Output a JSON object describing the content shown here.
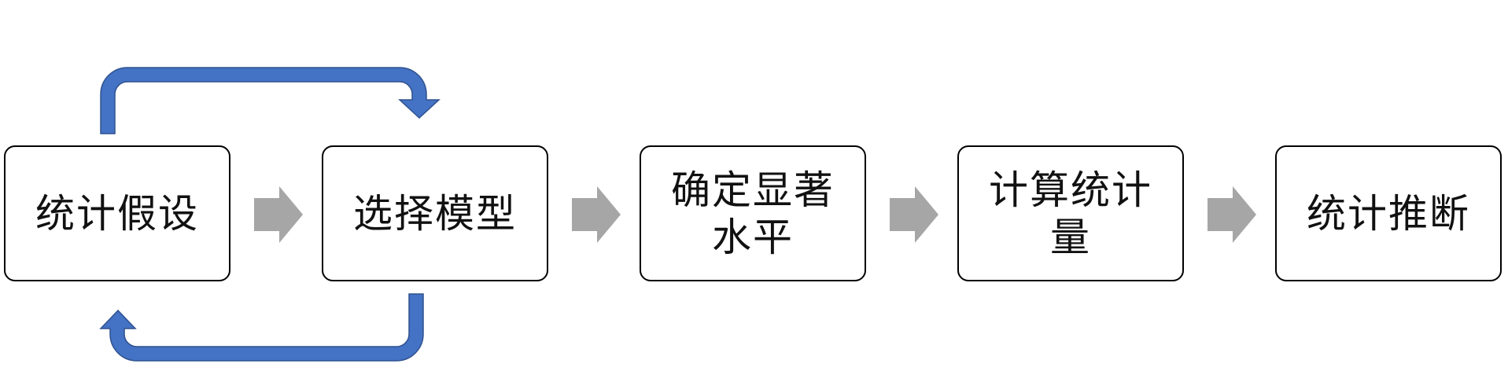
{
  "diagram": {
    "steps": [
      {
        "label": "统计假设"
      },
      {
        "label": "选择模型"
      },
      {
        "label": "确定显著水平"
      },
      {
        "label": "计算统计量"
      },
      {
        "label": "统计推断"
      }
    ],
    "colors": {
      "loop_arrow": "#4472c4",
      "loop_arrow_border": "#2f528f",
      "flow_arrow": "#a6a6a6",
      "box_border": "#000000",
      "text": "#111111"
    }
  }
}
